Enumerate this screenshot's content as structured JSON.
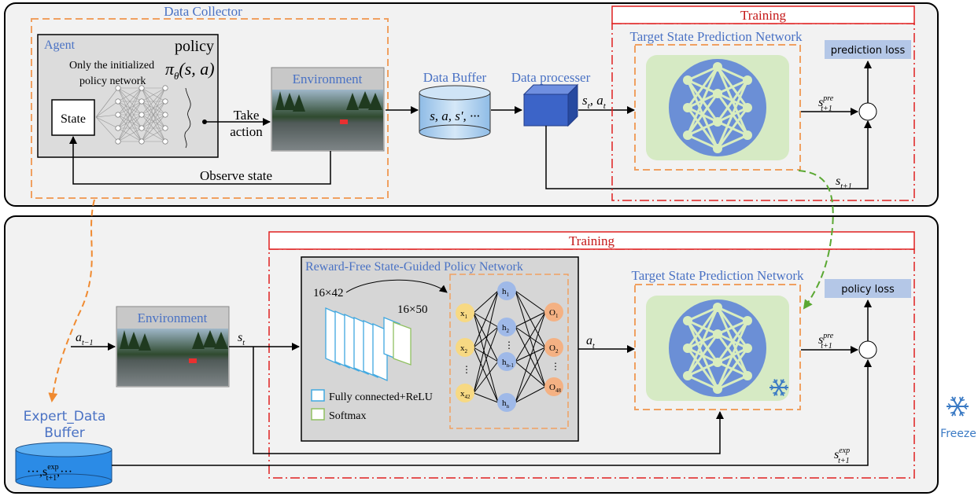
{
  "top_panel": {
    "data_collector_label": "Data Collector",
    "agent_label": "Agent",
    "policy_label": "policy",
    "only_init_line1": "Only the initialized",
    "only_init_line2": "policy network",
    "policy_symbol": "π",
    "policy_sub": "θ",
    "policy_args": "(s, a)",
    "state_label": "State",
    "take_action_line1": "Take",
    "take_action_line2": "action",
    "environment_label": "Environment",
    "observe_state_label": "Observe state",
    "data_buffer_label": "Data Buffer",
    "data_buffer_content": "s, a, s', ···",
    "data_processor_label": "Data processer",
    "st_at_label": "s",
    "st_at_sub": "t",
    "at_label": "a",
    "at_sub": "t",
    "training_label": "Training",
    "target_state_label": "Target State Prediction Network",
    "prediction_loss_label": "prediction loss",
    "s_pre_label": "s",
    "s_pre_sub": "t+1",
    "s_pre_sup": "pre",
    "s_next_label": "s",
    "s_next_sub": "t+1"
  },
  "bottom_panel": {
    "training_label": "Training",
    "policy_network_label": "Reward-Free State-Guided  Policy Network",
    "dim1": "16×42",
    "dim2": "16×50",
    "legend_fc": "Fully connected+ReLU",
    "legend_softmax": "Softmax",
    "inputs": [
      "x",
      "x",
      "⋮",
      "x"
    ],
    "input_subs": [
      "1",
      "2",
      "",
      "42"
    ],
    "hidden": [
      "h",
      "h",
      "⋮",
      "h",
      "h"
    ],
    "hidden_subs": [
      "1",
      "2",
      "",
      "n-1",
      "n"
    ],
    "outputs": [
      "O",
      "O",
      "⋮",
      "O"
    ],
    "output_subs": [
      "1",
      "2",
      "",
      "48"
    ],
    "a_prev_label": "a",
    "a_prev_sub": "t−1",
    "environment_label": "Environment",
    "st_label": "s",
    "st_sub": "t",
    "at_label": "a",
    "at_sub": "t",
    "target_state_label": "Target State Prediction Network",
    "policy_loss_label": "policy loss",
    "s_pre_label": "s",
    "s_pre_sub": "t+1",
    "s_pre_sup": "pre",
    "s_exp_label": "s",
    "s_exp_sub": "t+1",
    "s_exp_sup": "exp",
    "expert_buffer_line1": "Expert_Data",
    "expert_buffer_line2": "Buffer",
    "expert_buffer_content": "···,s",
    "expert_buffer_content_sub": "t+1",
    "expert_buffer_content_sup": "exp",
    "expert_buffer_content_tail": ",···"
  },
  "freeze_label": "Freeze",
  "colors": {
    "accent_blue": "#4a72c4",
    "orange_dash": "#f0a060",
    "red_dash": "#e02020",
    "green_net": "#d6eac4",
    "node_blue": "#6b8fd6"
  }
}
